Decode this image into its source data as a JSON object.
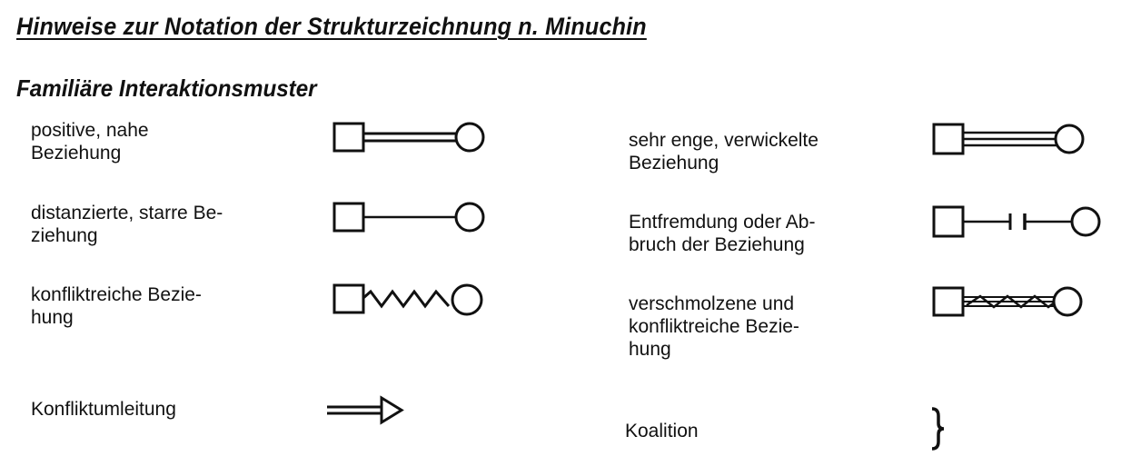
{
  "document": {
    "title": "Hinweise zur Notation der Strukturzeichnung n. Minuchin",
    "section_heading": "Familiäre Interaktionsmuster"
  },
  "legend": {
    "left": [
      {
        "label": "positive, nahe\nBeziehung",
        "symbol": "square-double-line-circle"
      },
      {
        "label": "distanzierte, starre Be-\nziehung",
        "symbol": "square-single-line-circle"
      },
      {
        "label": "konfliktreiche Bezie-\nhung",
        "symbol": "square-zigzag-circle"
      },
      {
        "label": "Konfliktumleitung",
        "symbol": "double-shaft-arrow"
      }
    ],
    "right": [
      {
        "label": "sehr enge, verwickelte\nBeziehung",
        "symbol": "square-triple-line-circle"
      },
      {
        "label": "Entfremdung oder Ab-\nbruch der Beziehung",
        "symbol": "square-broken-line-circle"
      },
      {
        "label": "verschmolzene und\nkonfliktreiche Bezie-\nhung",
        "symbol": "square-triple-line-zigzag-circle"
      },
      {
        "label": "Koalition",
        "symbol": "right-curly-brace"
      }
    ]
  },
  "colors": {
    "ink": "#111111",
    "background": "#ffffff"
  }
}
